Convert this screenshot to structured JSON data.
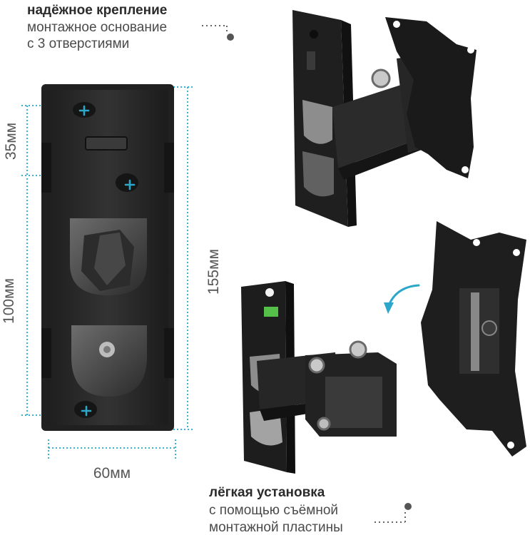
{
  "captions": {
    "top": {
      "title": "надёжное крепление",
      "line1": "монтажное основание",
      "line2": "с 3 отверстиями"
    },
    "bottom": {
      "title": "лёгкая установка",
      "line1": "с помощью съёмной",
      "line2": "монтажной пластины"
    }
  },
  "dimensions": {
    "top_segment": "35мм",
    "middle_segment": "100мм",
    "total_height": "155мм",
    "width": "60мм"
  },
  "colors": {
    "accent": "#2aa7c9",
    "dim_line": "#3bb3cf",
    "metal_dark": "#2a2a2a",
    "metal_mid": "#3c3c3c"
  },
  "icons": {
    "hole_mark": "plus-icon",
    "rotate_arrow": "curved-arrow-icon"
  }
}
